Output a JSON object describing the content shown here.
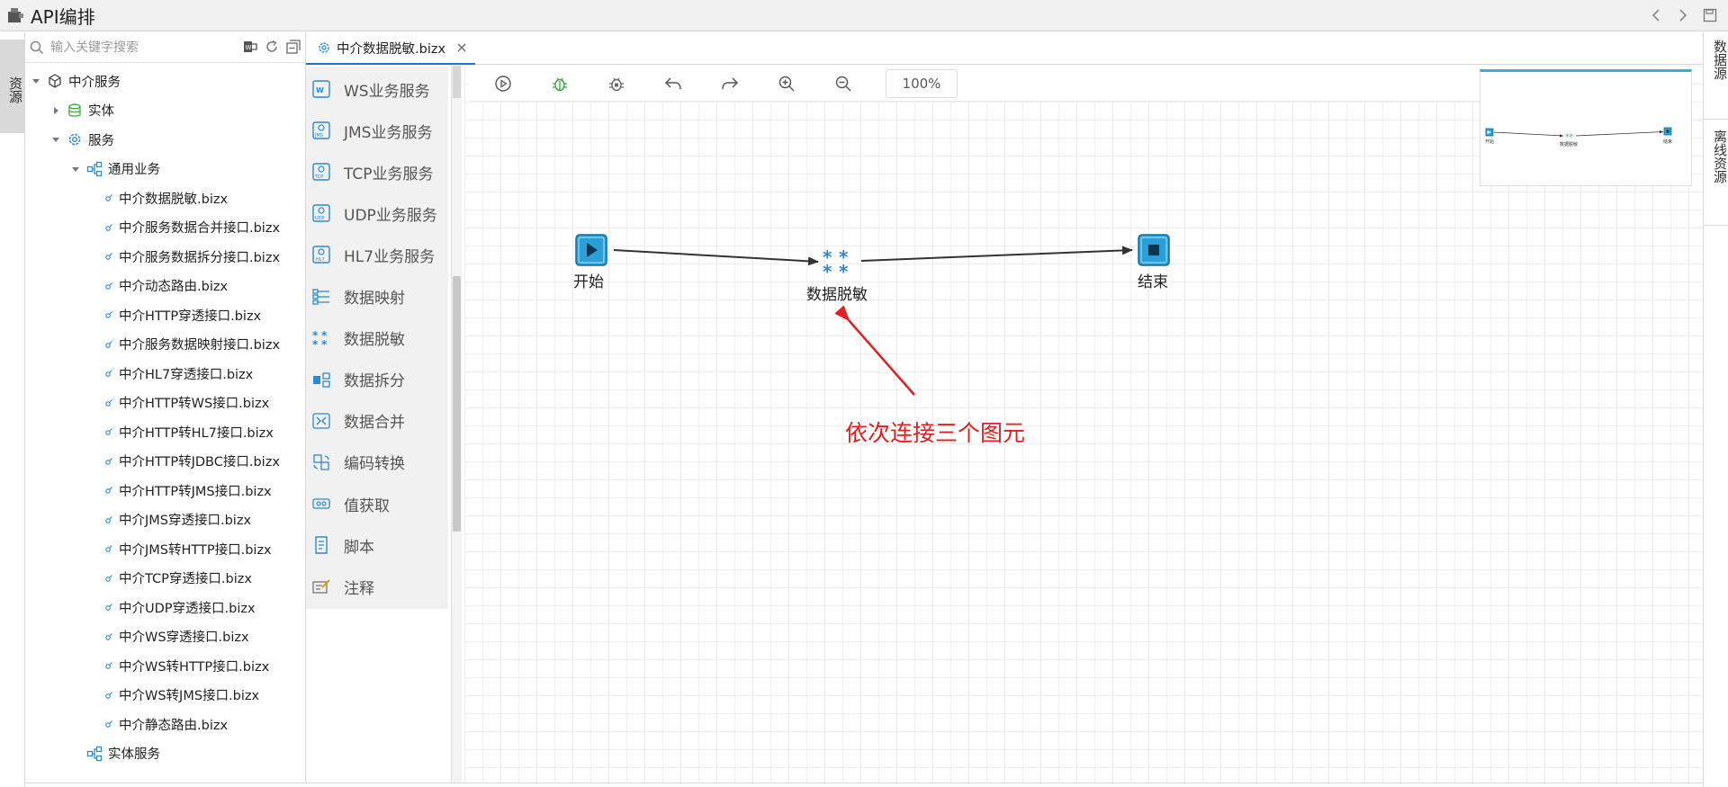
{
  "app": {
    "title": "API编排",
    "icon": "puzzle-box-icon"
  },
  "left_sidebar_tab": {
    "label": "资源"
  },
  "right_sidebar_tabs": [
    {
      "label": "数据源"
    },
    {
      "label": "离线资源"
    }
  ],
  "search": {
    "placeholder": "输入关键字搜索"
  },
  "tree": {
    "root": "中介服务",
    "entity": "实体",
    "service": "服务",
    "general_business": "通用业务",
    "files": [
      "中介数据脱敏.bizx",
      "中介服务数据合并接口.bizx",
      "中介服务数据拆分接口.bizx",
      "中介动态路由.bizx",
      "中介HTTP穿透接口.bizx",
      "中介服务数据映射接口.bizx",
      "中介HL7穿透接口.bizx",
      "中介HTTP转WS接口.bizx",
      "中介HTTP转HL7接口.bizx",
      "中介HTTP转JDBC接口.bizx",
      "中介HTTP转JMS接口.bizx",
      "中介JMS穿透接口.bizx",
      "中介JMS转HTTP接口.bizx",
      "中介TCP穿透接口.bizx",
      "中介UDP穿透接口.bizx",
      "中介WS穿透接口.bizx",
      "中介WS转HTTP接口.bizx",
      "中介WS转JMS接口.bizx",
      "中介静态路由.bizx"
    ],
    "entity_service": "实体服务"
  },
  "editor_tab": {
    "label": "中介数据脱敏.bizx"
  },
  "palette": [
    {
      "label": "WS业务服务",
      "icon": "ws-icon"
    },
    {
      "label": "JMS业务服务",
      "icon": "jms-icon"
    },
    {
      "label": "TCP业务服务",
      "icon": "tcp-icon"
    },
    {
      "label": "UDP业务服务",
      "icon": "udp-icon"
    },
    {
      "label": "HL7业务服务",
      "icon": "hl7-icon"
    },
    {
      "label": "数据映射",
      "icon": "mapping-icon"
    },
    {
      "label": "数据脱敏",
      "icon": "asterisk-icon"
    },
    {
      "label": "数据拆分",
      "icon": "split-icon"
    },
    {
      "label": "数据合并",
      "icon": "merge-icon"
    },
    {
      "label": "编码转换",
      "icon": "convert-icon"
    },
    {
      "label": "值获取",
      "icon": "value-icon"
    },
    {
      "label": "脚本",
      "icon": "script-icon"
    },
    {
      "label": "注释",
      "icon": "note-icon"
    }
  ],
  "toolbar": {
    "zoom": "100%"
  },
  "flow": {
    "nodes": [
      {
        "label": "开始",
        "icon": "play-icon"
      },
      {
        "label": "数据脱敏",
        "icon": "asterisk-icon"
      },
      {
        "label": "结束",
        "icon": "stop-icon"
      }
    ],
    "minimap_labels": [
      "开始",
      "数据脱敏",
      "结束"
    ]
  },
  "annotation": {
    "text": "依次连接三个图元"
  },
  "colors": {
    "accent": "#1a73c8",
    "node_fill": "#29a0d8",
    "annotation": "#e02020",
    "minimap_border": "#35b0c9"
  }
}
